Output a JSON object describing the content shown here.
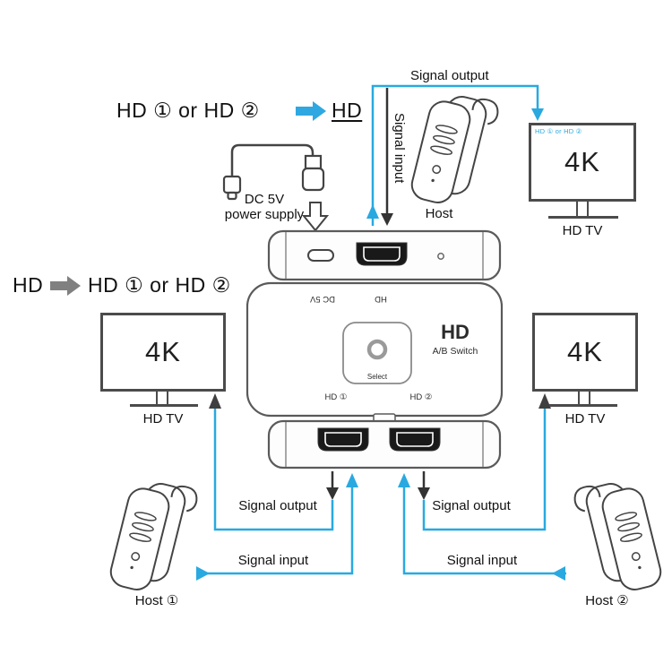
{
  "modes": {
    "top": {
      "from": "HD ① or HD ②",
      "to": "HD"
    },
    "bottom": {
      "from": "HD",
      "to": "HD ① or HD ②"
    }
  },
  "labels": {
    "signal_output_top": "Signal output",
    "signal_input_top": "Signal input",
    "host_top": "Host",
    "power_line1": "DC 5V",
    "power_line2": "power supply",
    "signal_output_left": "Signal output",
    "signal_input_left": "Signal input",
    "signal_output_right": "Signal output",
    "signal_input_right": "Signal input",
    "host_1": "Host ①",
    "host_2": "Host ②"
  },
  "monitors": {
    "top_right": {
      "screen": "4K",
      "caption": "HD TV",
      "corner_tag": "HD ① or HD ②"
    },
    "mid_left": {
      "screen": "4K",
      "caption": "HD TV"
    },
    "mid_right": {
      "screen": "4K",
      "caption": "HD TV"
    }
  },
  "device": {
    "logo": "HD",
    "model": "A/B Switch",
    "button_label": "Select",
    "port_label_1": "HD ①",
    "port_label_2": "HD ②",
    "marking_power": "DC 5V",
    "marking_hd": "HD"
  },
  "colors": {
    "accent": "#29a9e0",
    "gray": "#808080"
  }
}
